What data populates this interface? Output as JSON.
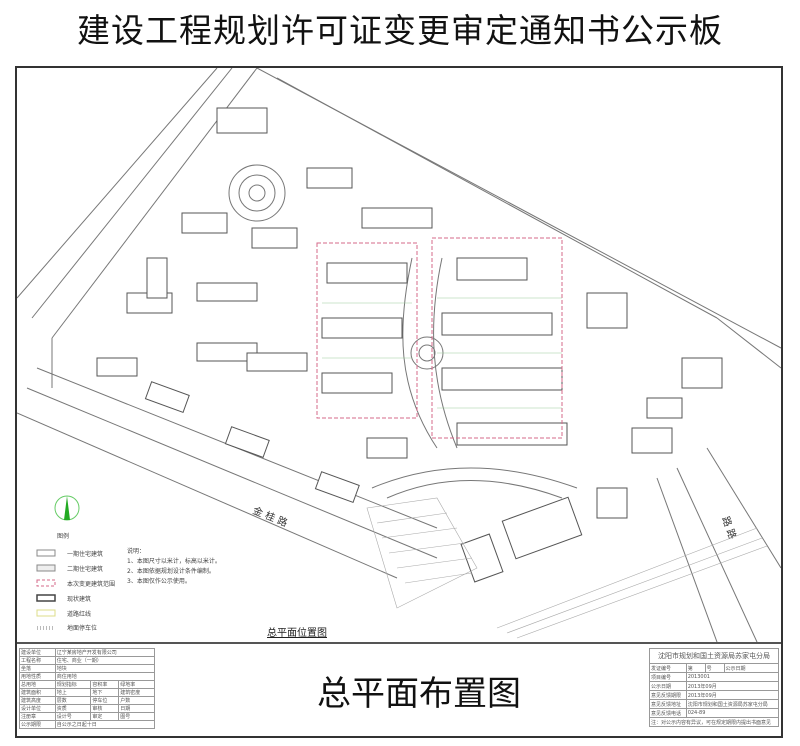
{
  "title": "建设工程规划许可证变更审定通知书公示板",
  "drawing_name": "总平面布置图",
  "location_plan_label": "总平面位置图",
  "roads": {
    "south": "金 桂 路",
    "east": "路 路"
  },
  "legend": {
    "heading": "图例",
    "items": [
      "一期住宅建筑",
      "二期住宅建筑",
      "本次变更建筑范围",
      "现状建筑",
      "道路红线",
      "地面停车位"
    ]
  },
  "notes": {
    "heading": "说明：",
    "lines": [
      "1、本图尺寸以米计，标高以米计。",
      "2、本图依据规划设计条件编制。",
      "3、本图仅作公示使用。"
    ]
  },
  "left_table": {
    "rows": [
      [
        "建设单位",
        "辽宁某房地产开发有限公司"
      ],
      [
        "工程名称",
        "住宅、商业（一期）"
      ],
      [
        "坐落",
        "地块"
      ],
      [
        "用地性质",
        "商住用地"
      ],
      [
        "总用地",
        "规划指标",
        "容积率",
        "绿地率"
      ],
      [
        "建筑面积",
        "地上",
        "地下",
        "建筑密度"
      ],
      [
        "建筑高度",
        "层数",
        "停车位",
        "户数"
      ],
      [
        "设计单位",
        "资质",
        "审核",
        "日期"
      ],
      [
        "注册章",
        "设计号",
        "审定",
        "图号"
      ],
      [
        "公示期限",
        "自公示之日起十日"
      ]
    ]
  },
  "right_table": {
    "authority": "沈阳市规划和国土资源局苏家屯分局",
    "rows": [
      [
        "发证编号",
        "第",
        "号",
        "公示日期"
      ],
      [
        "项目编号",
        "2013001"
      ],
      [
        "公示日期",
        "2013年09月"
      ],
      [
        "意见反馈期限",
        "2013年09月"
      ],
      [
        "意见反馈地址",
        "沈阳市规划和国土资源局苏家屯分局"
      ],
      [
        "意见反馈电话",
        "024-89"
      ],
      [
        "注：对公示内容有异议，可在规定期限内提出书面意见"
      ]
    ]
  }
}
